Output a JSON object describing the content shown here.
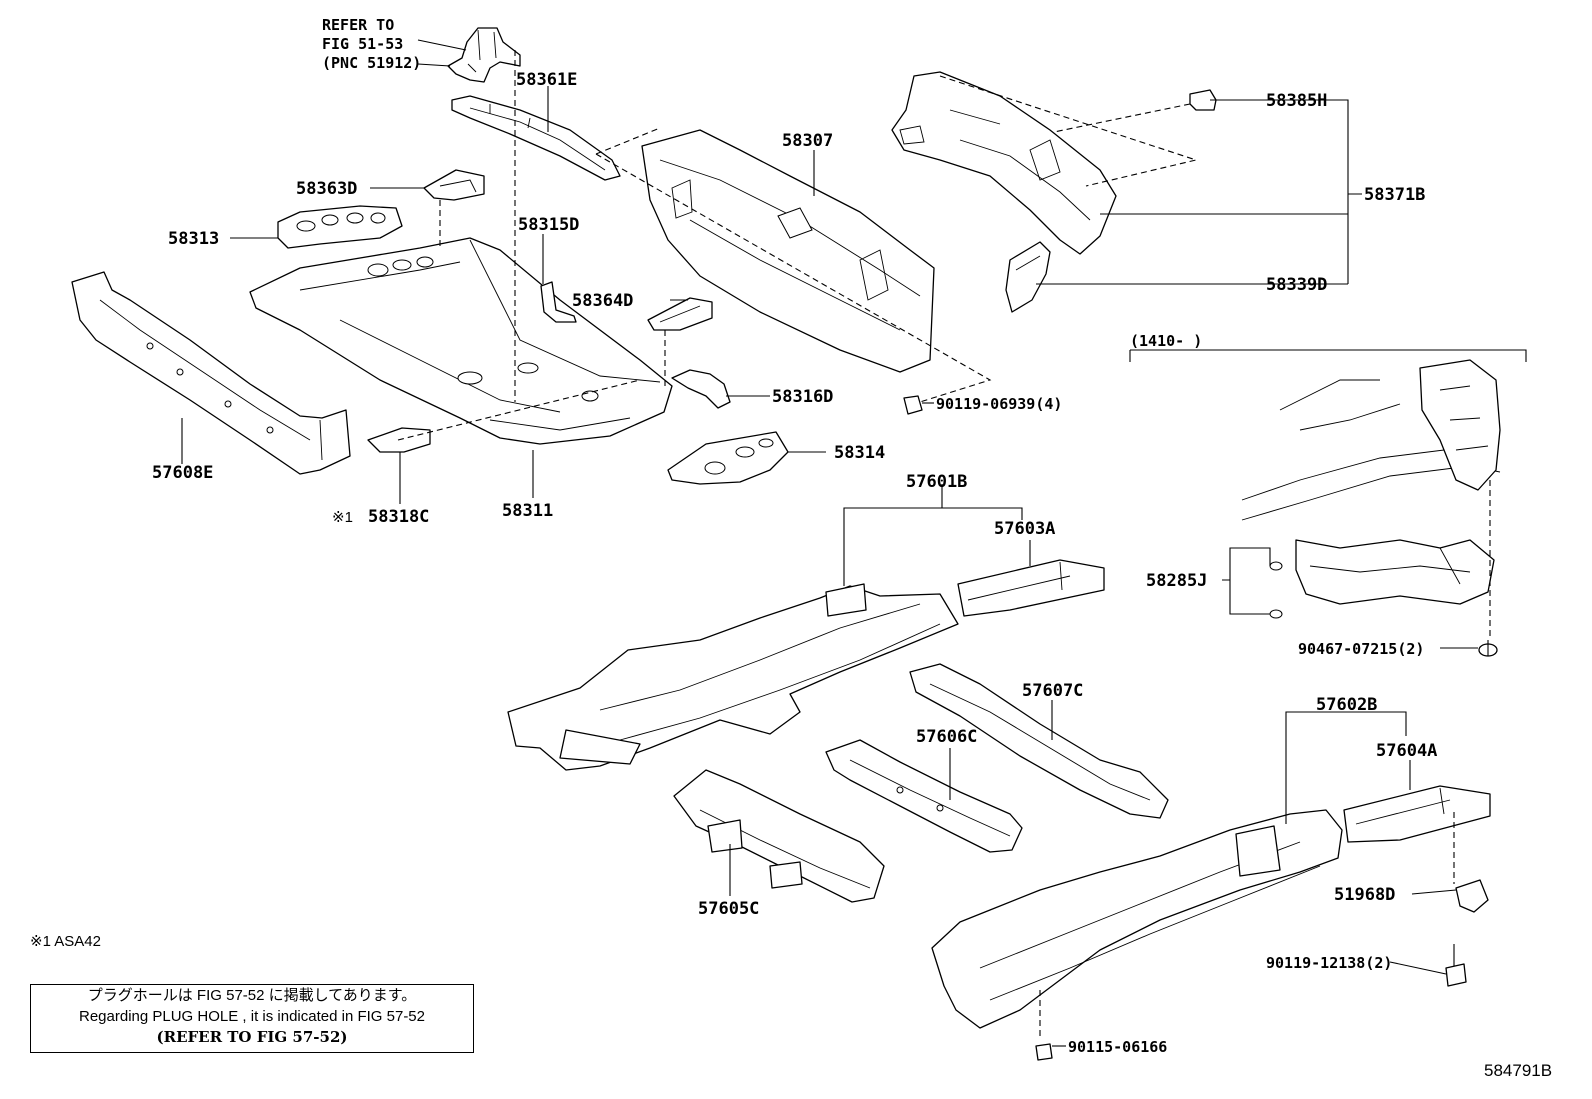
{
  "refer_note": [
    "REFER TO",
    "FIG 51-53",
    "(PNC 51912)"
  ],
  "parts": {
    "p58361E": "58361E",
    "p58363D": "58363D",
    "p58313": "58313",
    "p58315D": "58315D",
    "p58364D": "58364D",
    "p58316D": "58316D",
    "p58314": "58314",
    "p58311": "58311",
    "p58318C": "58318C",
    "p57608E": "57608E",
    "p58307": "58307",
    "p90119_06939": "90119-06939(4)",
    "p58385H": "58385H",
    "p58371B": "58371B",
    "p58339D": "58339D",
    "p57601B": "57601B",
    "p57603A": "57603A",
    "p57607C": "57607C",
    "p57606C": "57606C",
    "p57605C": "57605C",
    "p57602B": "57602B",
    "p57604A": "57604A",
    "p51968D": "51968D",
    "p90119_12138": "90119-12138(2)",
    "p90115_06166": "90115-06166",
    "p58285J": "58285J",
    "p90467_07215": "90467-07215(2)"
  },
  "mark_1": "※1",
  "date_range": "(1410-      )",
  "footnote": "※1  ASA42",
  "notice": {
    "jp": "プラグホールは FIG 57-52 に掲載してあります。",
    "en": "Regarding  PLUG  HOLE , it is indicated in  FIG  57-52",
    "ref": "(REFER TO FIG 57-52)"
  },
  "figure_id": "584791B"
}
